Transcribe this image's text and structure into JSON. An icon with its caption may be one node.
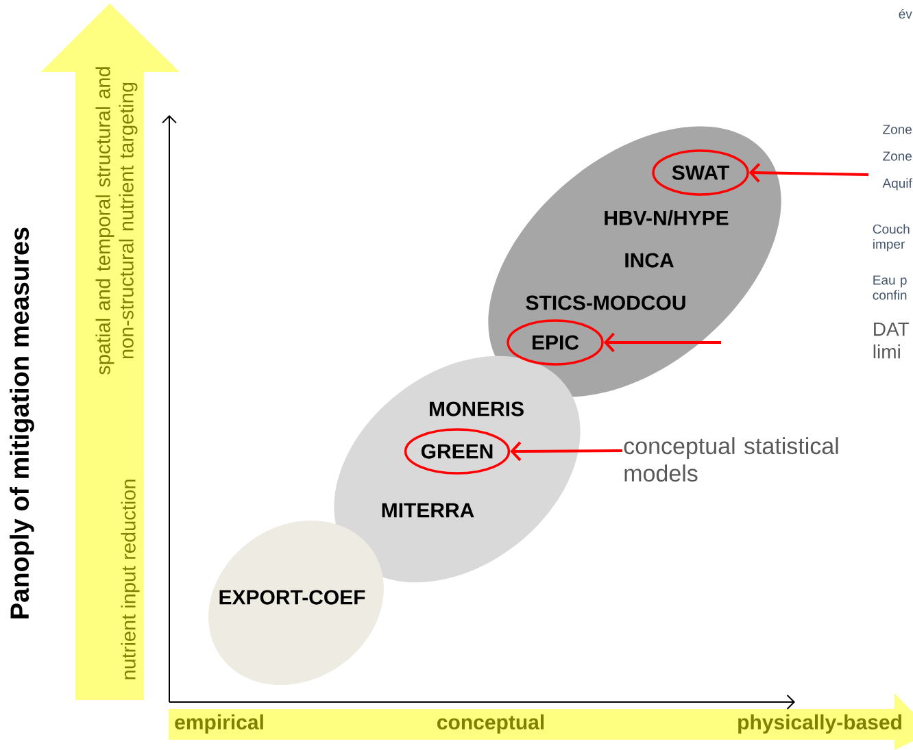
{
  "diagram": {
    "nodes": [
      {
        "text": [
          "HBV-N/HYPE",
          "INCA",
          "STICS-MODCOU"
        ]
      },
      {
        "text": [
          "SWAT"
        ],
        "in": 0
      },
      {
        "text": [
          "EPIC"
        ],
        "in": 0
      },
      {
        "text": [
          "MONERIS",
          "MITERRA"
        ]
      },
      {
        "text": [
          "GREEN"
        ],
        "in": 3
      },
      {
        "text": [
          "EXPORT-COEF"
        ]
      },
      {
        "text": [
          "conceptual statistical models"
        ]
      }
    ],
    "edges": [
      {
        "from": null,
        "to": 1,
        "arrow": "to"
      },
      {
        "from": null,
        "to": 2,
        "arrow": "to"
      },
      {
        "from": 6,
        "to": 4,
        "arrow": "to"
      }
    ],
    "labels": [
      "év",
      "Zone",
      "Zone",
      "Aquif",
      "Couch imper",
      "Eau p confin",
      "DAT limi",
      "Panoply of mitigation measures",
      "spatial and temporal structural and non-structural nutrient targeting",
      "nutrient input reduction",
      "empirical",
      "conceptual",
      "physically-based"
    ]
  }
}
